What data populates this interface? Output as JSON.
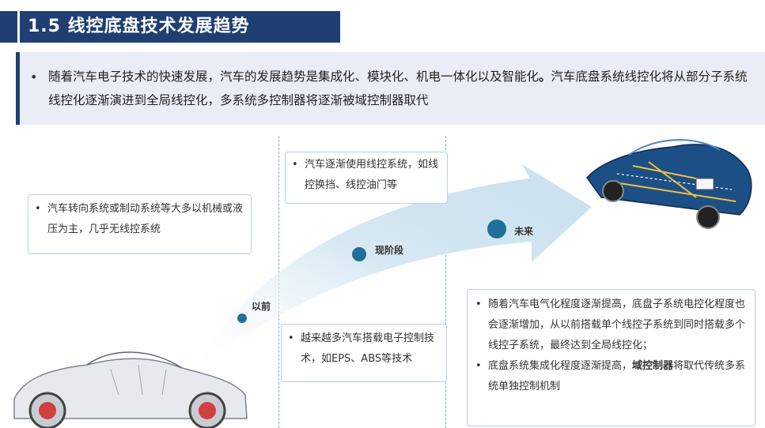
{
  "title": "1.5 线控底盘技术发展趋势",
  "intro": {
    "bullet": "•",
    "text_part1": "随着汽车电子技术的快速发展，汽车的发展趋势是集成化、模块化、机电一体化以及智能化",
    "text_bold": "。",
    "text_part2": "汽车底盘系统线控化将从部分子系统线控化逐渐演进到全局线控化，多系统多控制器将逐渐被域控制器取代"
  },
  "stages": {
    "past": "以前",
    "current": "现阶段",
    "future": "未来"
  },
  "boxes": {
    "past": {
      "bullet": "•",
      "text": "汽车转向系统或制动系统等大多以机械或液压为主，几乎无线控系统"
    },
    "current_top": {
      "bullet": "•",
      "text": "汽车逐渐使用线控系统，如线控换挡、线控油门等"
    },
    "current_bottom": {
      "bullet": "•",
      "text": "越来越多汽车搭载电子控制技术，如EPS、ABS等技术"
    },
    "future": {
      "item1": {
        "bullet": "•",
        "text": "随着汽车电气化程度逐渐提高，底盘子系统电控化程度也会逐渐增加，从以前搭载单个线控子系统到同时搭载多个线控子系统，最终达到全局线控化；"
      },
      "item2": {
        "bullet": "•",
        "text_part1": "底盘系统集成化程度逐渐提高，",
        "text_bold": "域控制器",
        "text_part2": "将取代传统多系统单独控制机制"
      }
    }
  },
  "colors": {
    "title_bg": "#1f3f73",
    "intro_bg": "#e9edf5",
    "arrow": "#d6e8f3",
    "node": "#1f6f9a"
  },
  "icons": {
    "left_car": "transparent-car-icon",
    "right_car": "wired-chassis-car-icon"
  }
}
